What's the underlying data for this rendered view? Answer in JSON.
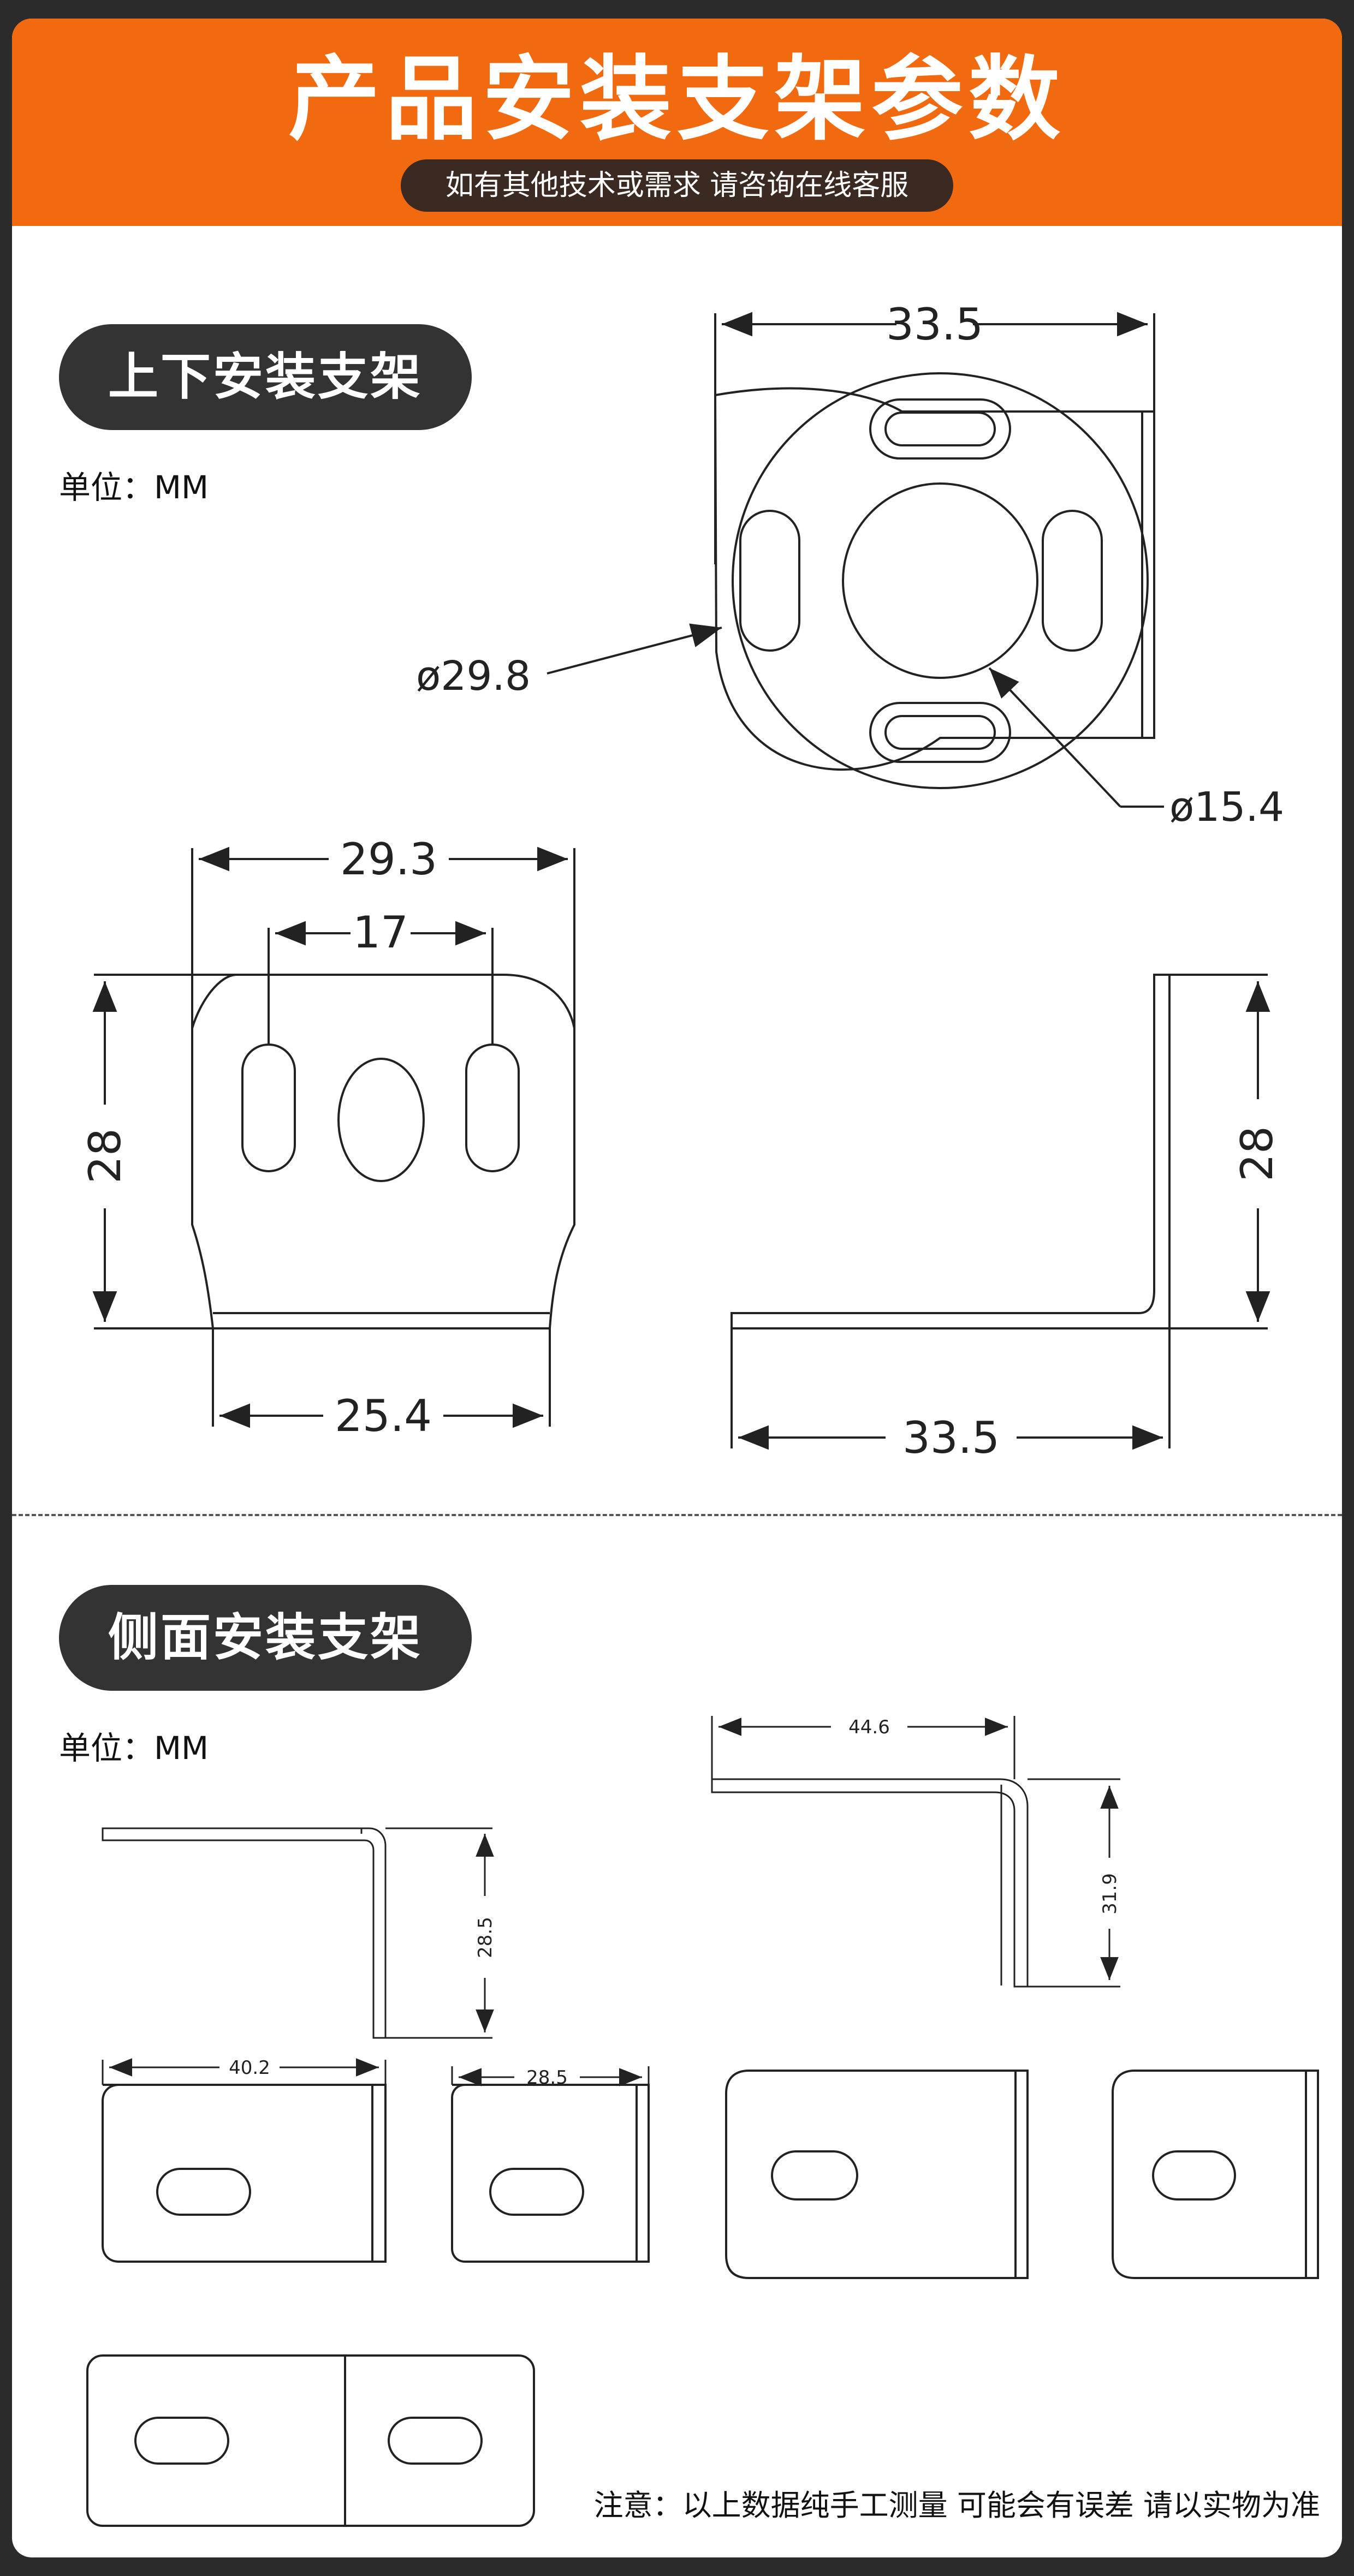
{
  "header": {
    "title": "产品安装支架参数",
    "subtitle": "如有其他技术或需求 请咨询在线客服"
  },
  "section_top": {
    "title": "上下安装支架",
    "unit": "单位：MM",
    "dims": {
      "top_width": "33.5",
      "outer_diameter": "ø29.8",
      "inner_diameter": "ø15.4",
      "front_width": "29.3",
      "slot_spacing": "17",
      "front_height": "28",
      "front_bottom": "25.4",
      "side_height": "28",
      "side_bottom": "33.5"
    }
  },
  "section_side": {
    "title": "侧面安装支架",
    "unit": "单位：MM",
    "dims": {
      "small_profile_height": "28.5",
      "large_profile_width": "44.6",
      "large_profile_height": "31.9",
      "plate_a_width": "40.2",
      "plate_b_width": "28.5"
    }
  },
  "footer": {
    "note": "注意：以上数据纯手工测量 可能会有误差 请以实物为准"
  },
  "colors": {
    "banner": "#f26a10",
    "pill": "#333333",
    "line": "#222222"
  }
}
